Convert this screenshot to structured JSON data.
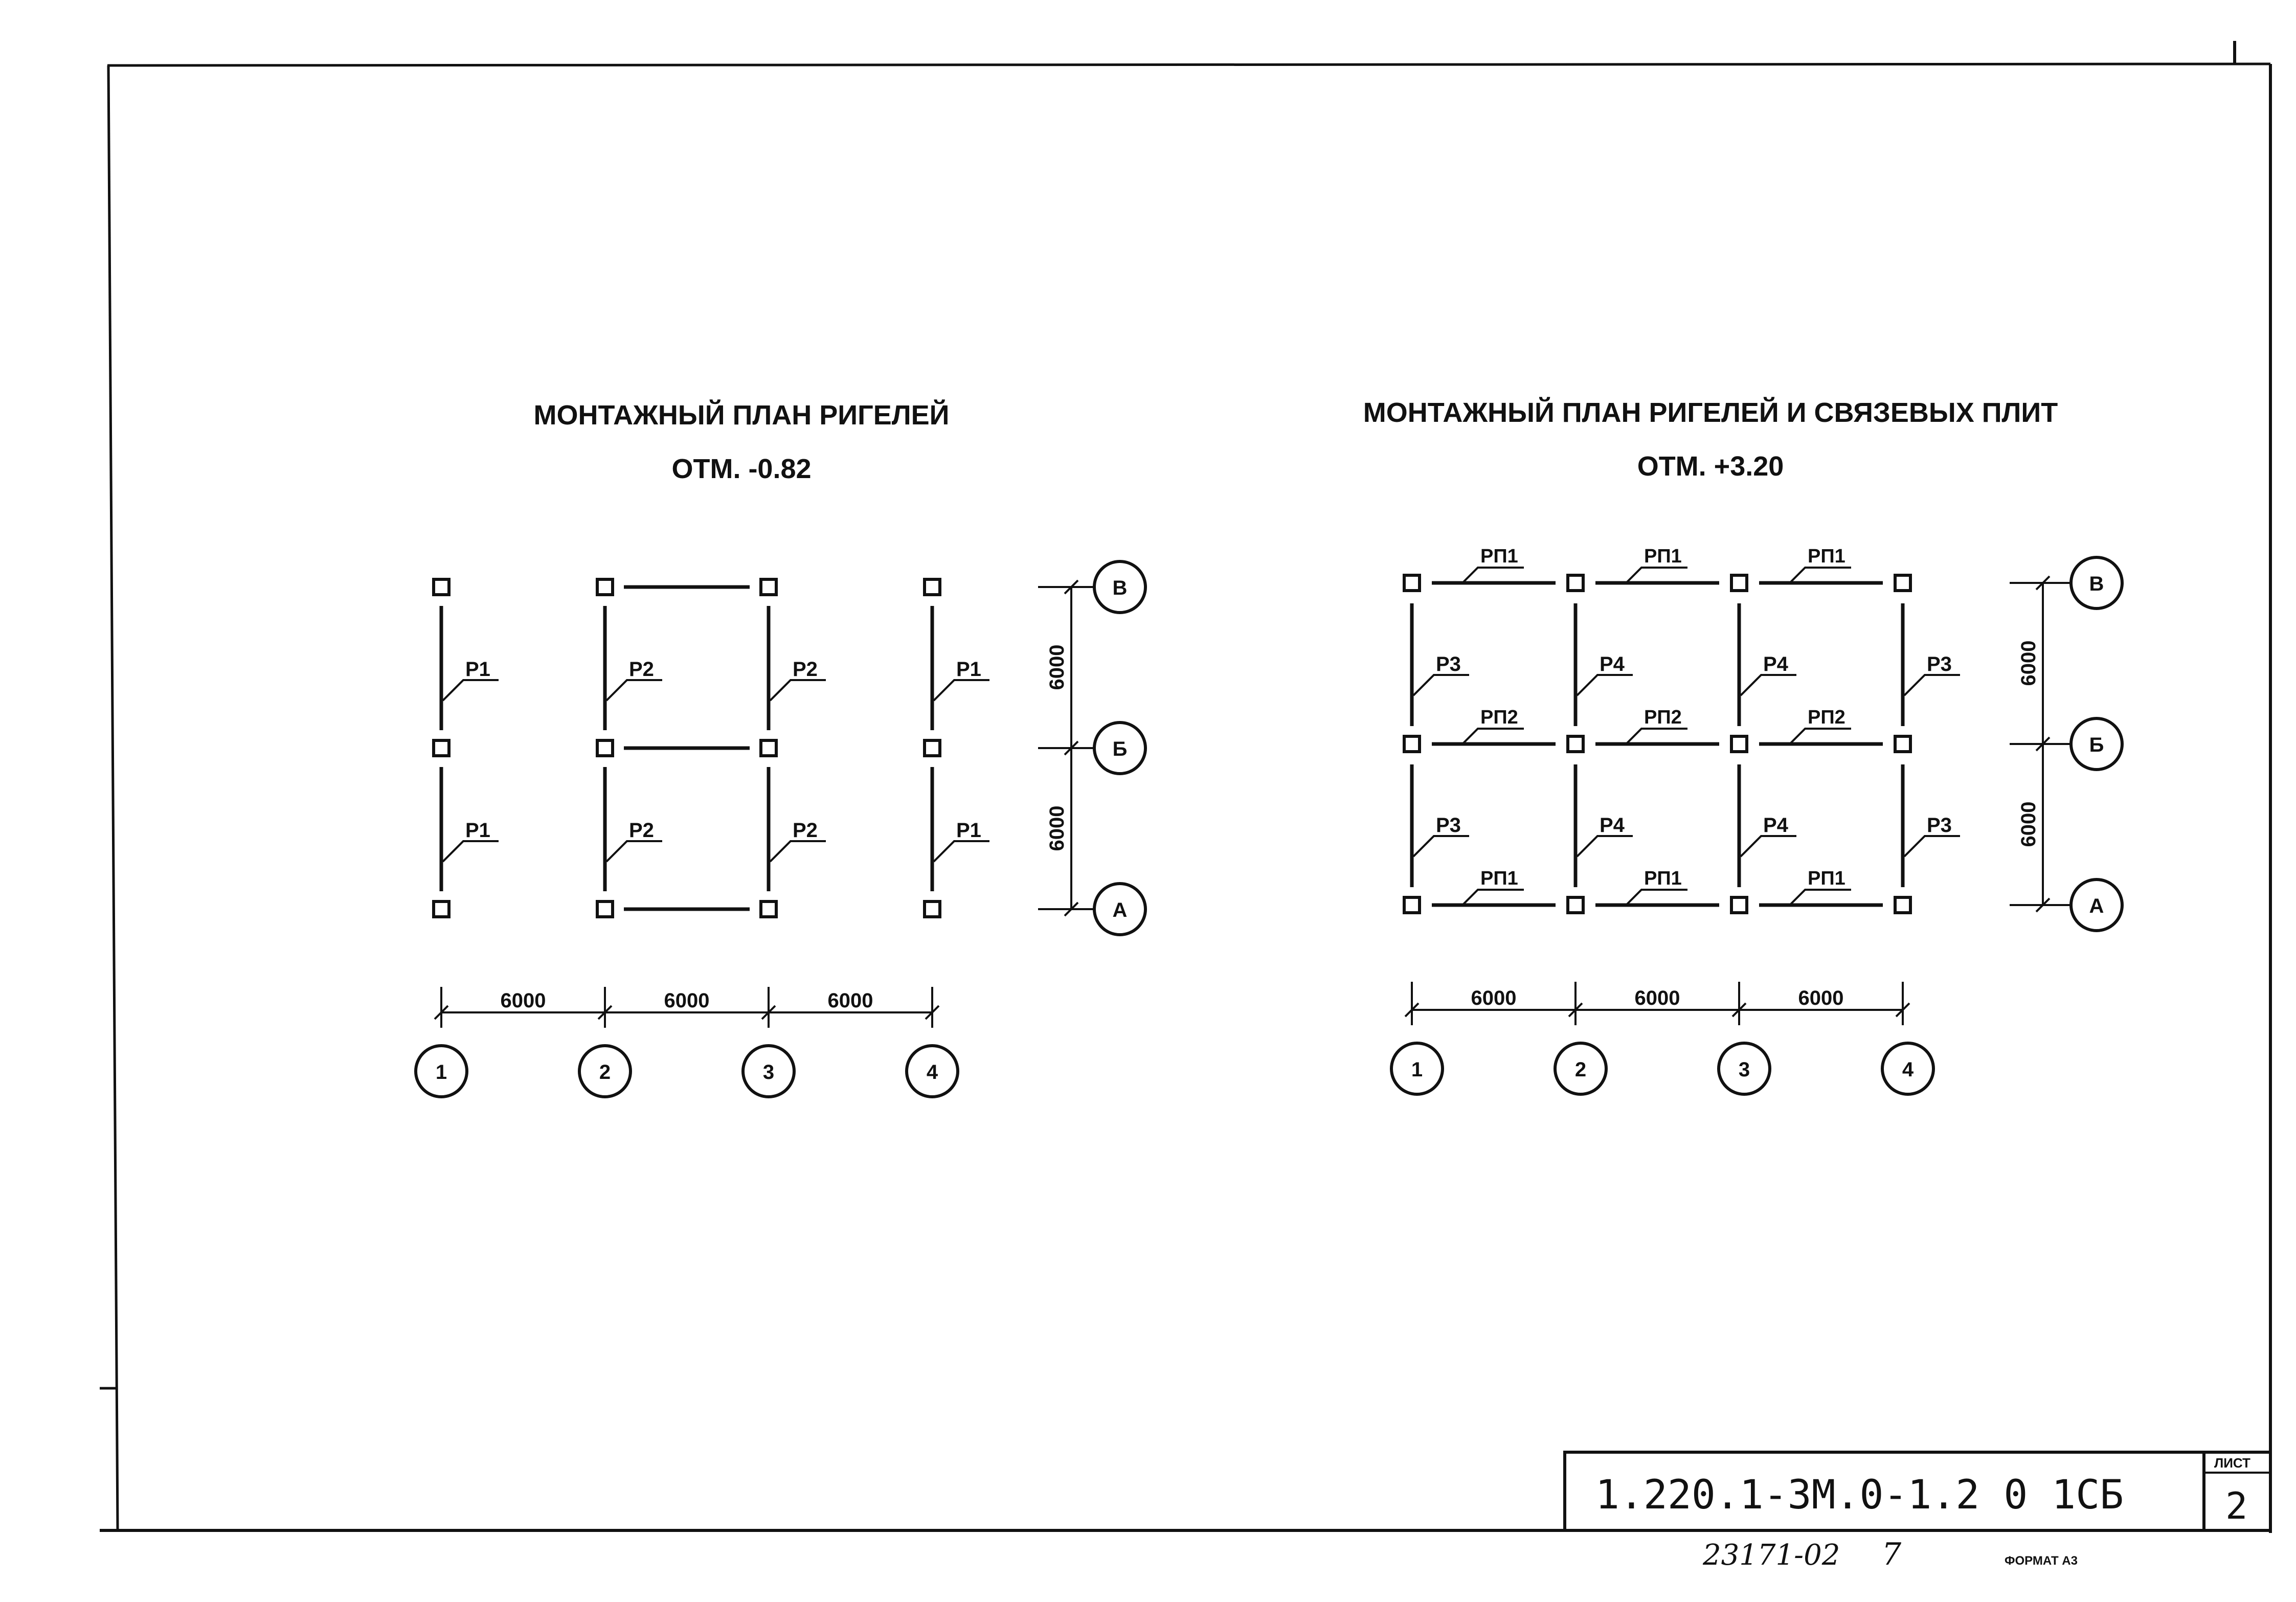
{
  "left_plan": {
    "title": "МОНТАЖНЫЙ ПЛАН РИГЕЛЕЙ",
    "elevation": "ОТМ. -0.82",
    "beam_labels": [
      [
        "Р1",
        "Р2",
        "Р2",
        "Р1"
      ],
      [
        "Р1",
        "Р2",
        "Р2",
        "Р1"
      ]
    ],
    "dim_horizontal": [
      "6000",
      "6000",
      "6000"
    ],
    "dim_vertical": [
      "6000",
      "6000"
    ],
    "axes_x": [
      "1",
      "2",
      "3",
      "4"
    ],
    "axes_y": [
      "В",
      "Б",
      "А"
    ]
  },
  "right_plan": {
    "title": "МОНТАЖНЫЙ ПЛАН РИГЕЛЕЙ И СВЯЗЕВЫХ ПЛИТ",
    "elevation": "ОТМ. +3.20",
    "beam_labels": [
      [
        "Р3",
        "Р4",
        "Р4",
        "Р3"
      ],
      [
        "Р3",
        "Р4",
        "Р4",
        "Р3"
      ]
    ],
    "plate_labels": [
      [
        "РП1",
        "РП1",
        "РП1"
      ],
      [
        "РП2",
        "РП2",
        "РП2"
      ],
      [
        "РП1",
        "РП1",
        "РП1"
      ]
    ],
    "dim_horizontal": [
      "6000",
      "6000",
      "6000"
    ],
    "dim_vertical": [
      "6000",
      "6000"
    ],
    "axes_x": [
      "1",
      "2",
      "3",
      "4"
    ],
    "axes_y": [
      "В",
      "Б",
      "А"
    ]
  },
  "title_block": {
    "code": "1.220.1-3М.0-1.2 0 1СБ",
    "sheet_label": "ЛИСТ",
    "sheet_number": "2"
  },
  "footer": {
    "inventory": "23171-02",
    "page": "7",
    "format": "ФОРМАТ А3"
  }
}
